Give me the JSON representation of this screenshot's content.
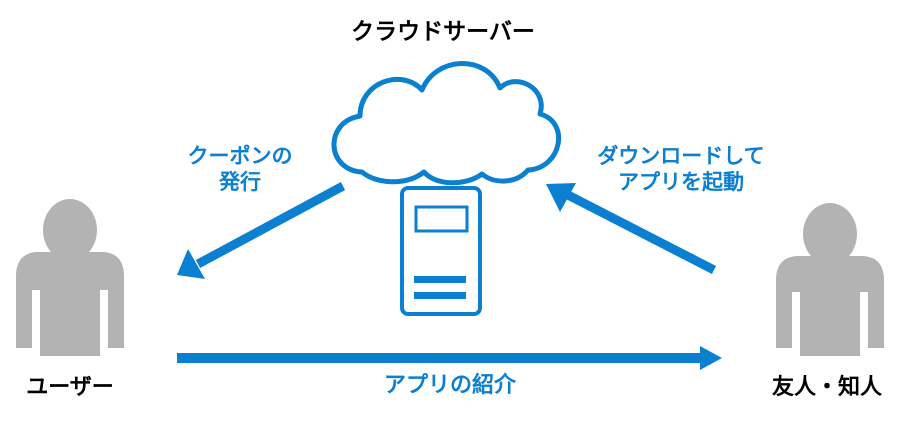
{
  "server": {
    "title": "クラウドサーバー"
  },
  "user": {
    "label": "ユーザー"
  },
  "friend": {
    "label": "友人・知人"
  },
  "arrows": {
    "coupon": {
      "line1": "クーポンの",
      "line2": "発行"
    },
    "download": {
      "line1": "ダウンロードして",
      "line2": "アプリを起動"
    },
    "introduce": {
      "label": "アプリの紹介"
    }
  },
  "colors": {
    "accent": "#0b7fd0",
    "person": "#b3b3b3",
    "text": "#000000"
  }
}
